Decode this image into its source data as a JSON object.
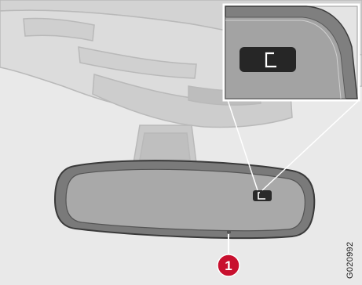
{
  "figure": {
    "callouts": [
      {
        "number": "1",
        "refers_to": "sensor"
      }
    ],
    "image_code": "G020992",
    "colors": {
      "background": "#e6e6e6",
      "interior": "#d6d6d6",
      "mirror_frame": "#6e6e6e",
      "mirror_glass": "#a8a8a8",
      "callout": "#c8102e",
      "display_panel": "#2a2a2a"
    },
    "display_symbol": "bracket-icon"
  }
}
